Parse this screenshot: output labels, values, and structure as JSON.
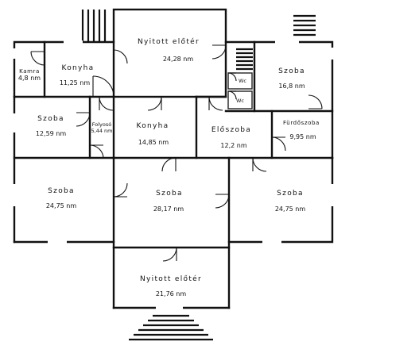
{
  "rooms": [
    {
      "id": "kamra",
      "name": "Kamra",
      "area": "4,8  nm"
    },
    {
      "id": "konyha-1",
      "name": "Konyha",
      "area": "11,25 nm"
    },
    {
      "id": "nyitott-eloter-1",
      "name": "Nyitott előtér",
      "area": "24,28 nm"
    },
    {
      "id": "wc-1",
      "name": "Wc",
      "area": ""
    },
    {
      "id": "wc-2",
      "name": "Wc",
      "area": ""
    },
    {
      "id": "szoba-ne",
      "name": "Szoba",
      "area": "16,8 nm"
    },
    {
      "id": "szoba-w",
      "name": "Szoba",
      "area": "12,59 nm"
    },
    {
      "id": "folyoso",
      "name": "Folyosó",
      "area": "5,44 nm"
    },
    {
      "id": "konyha-2",
      "name": "Konyha",
      "area": "14,85 nm"
    },
    {
      "id": "eloszoba",
      "name": "Előszoba",
      "area": "12,2 nm"
    },
    {
      "id": "furdoszoba",
      "name": "Fürdőszoba",
      "area": "9,95 nm"
    },
    {
      "id": "szoba-sw",
      "name": "Szoba",
      "area": "24,75 nm"
    },
    {
      "id": "szoba-center",
      "name": "Szoba",
      "area": "28,17 nm"
    },
    {
      "id": "szoba-se",
      "name": "Szoba",
      "area": "24,75 nm"
    },
    {
      "id": "nyitott-eloter-2",
      "name": "Nyitott előtér",
      "area": "21,76 nm"
    }
  ]
}
